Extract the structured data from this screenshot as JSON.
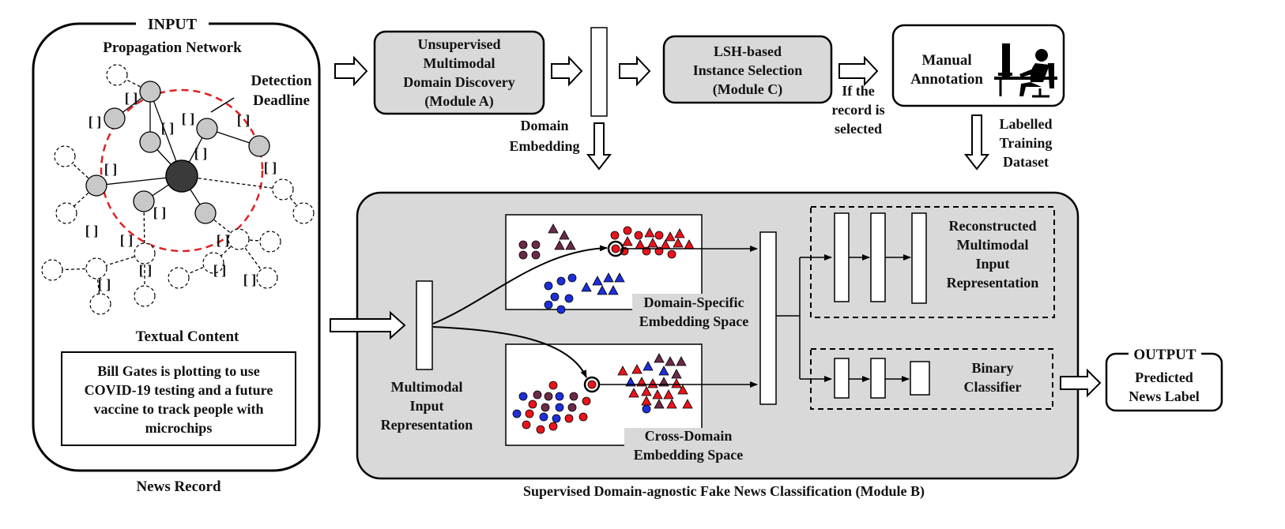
{
  "input_panel": {
    "title": "INPUT",
    "propagation_network": "Propagation Network",
    "detection_deadline": [
      "Detection",
      "Deadline"
    ],
    "textual_content": "Textual Content",
    "news_text": [
      "Bill Gates is plotting to use",
      "COVID-19 testing and a future",
      "vaccine to track people with",
      "microchips"
    ],
    "news_record": "News Record",
    "bracket_label": "[ ]"
  },
  "module_a": {
    "label": [
      "Unsupervised",
      "Multimodal",
      "Domain Discovery",
      "(Module A)"
    ]
  },
  "domain_embedding": [
    "Domain",
    "Embedding"
  ],
  "module_c": {
    "label": [
      "LSH-based",
      "Instance Selection",
      "(Module C)"
    ]
  },
  "selection_condition": [
    "If the",
    "record is",
    "selected"
  ],
  "annotation": {
    "label": [
      "Manual",
      "Annotation"
    ]
  },
  "labelled_training": [
    "Labelled",
    "Training",
    "Dataset"
  ],
  "module_b": {
    "multimodal_input": [
      "Multimodal",
      "Input",
      "Representation"
    ],
    "domain_specific": [
      "Domain-Specific",
      "Embedding Space"
    ],
    "cross_domain": [
      "Cross-Domain",
      "Embedding Space"
    ],
    "reconstructed": [
      "Reconstructed",
      "Multimodal",
      "Input",
      "Representation"
    ],
    "binary_classifier": [
      "Binary",
      "Classifier"
    ],
    "caption": "Supervised Domain-agnostic Fake News Classification (Module B)"
  },
  "output_panel": {
    "title": "OUTPUT",
    "label": [
      "Predicted",
      "News Label"
    ]
  },
  "colors": {
    "panel_gray": "#d9d9d9",
    "node_gray": "#c8c8c8",
    "node_dark": "#3a3a3a",
    "red": "#e8141c",
    "blue": "#1d2fd8",
    "purple": "#6a2a4a",
    "deadline": "#e02020"
  }
}
